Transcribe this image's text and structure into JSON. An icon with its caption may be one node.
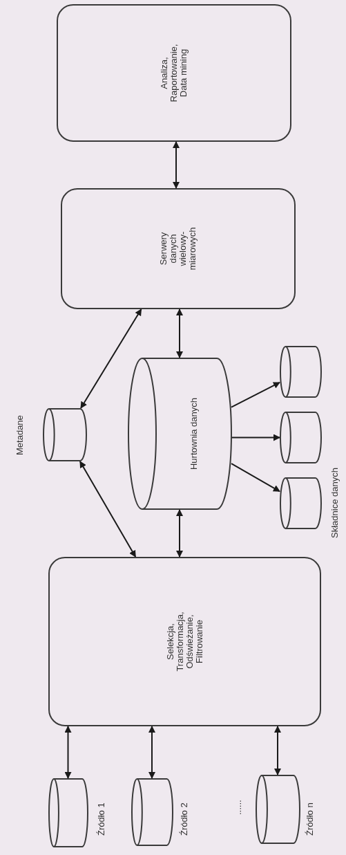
{
  "diagram": {
    "nodes": [
      {
        "text": [],
        "shape": "cylinder",
        "beside": [
          "Źródło 1"
        ]
      },
      {
        "text": [],
        "shape": "cylinder",
        "beside": [
          "Źródło 2"
        ]
      },
      {
        "text": [],
        "shape": "cylinder",
        "beside": [
          "Źródło n"
        ]
      },
      {
        "text": [
          "Selekcja, Transformacja, Odświeżanie, Filtrowanie"
        ]
      },
      {
        "text": [],
        "shape": "cylinder",
        "beside": [
          "Metadane"
        ]
      },
      {
        "text": [
          "Hurtownia danych"
        ]
      },
      {
        "text": [],
        "shape": "cylinder"
      },
      {
        "text": [],
        "shape": "cylinder"
      },
      {
        "text": [],
        "shape": "cylinder"
      },
      {
        "text": [
          "Serwery danych wielowy-miarowych"
        ]
      },
      {
        "text": [
          "Analiza, Raportowanie, Data mining"
        ]
      }
    ],
    "edges": [
      {
        "from": 0,
        "to": 3,
        "arrow": "both"
      },
      {
        "from": 1,
        "to": 3,
        "arrow": "both"
      },
      {
        "from": 2,
        "to": 3,
        "arrow": "both"
      },
      {
        "from": 4,
        "to": 3,
        "arrow": "both"
      },
      {
        "from": 3,
        "to": 5,
        "arrow": "both"
      },
      {
        "from": 4,
        "to": 9,
        "arrow": "both"
      },
      {
        "from": 5,
        "to": 9,
        "arrow": "both"
      },
      {
        "from": 5,
        "to": 6,
        "arrow": "to"
      },
      {
        "from": 5,
        "to": 7,
        "arrow": "to"
      },
      {
        "from": 5,
        "to": 8,
        "arrow": "to"
      },
      {
        "from": 9,
        "to": 10,
        "arrow": "both"
      }
    ],
    "labels": [
      "......",
      "Składnice danych"
    ]
  }
}
